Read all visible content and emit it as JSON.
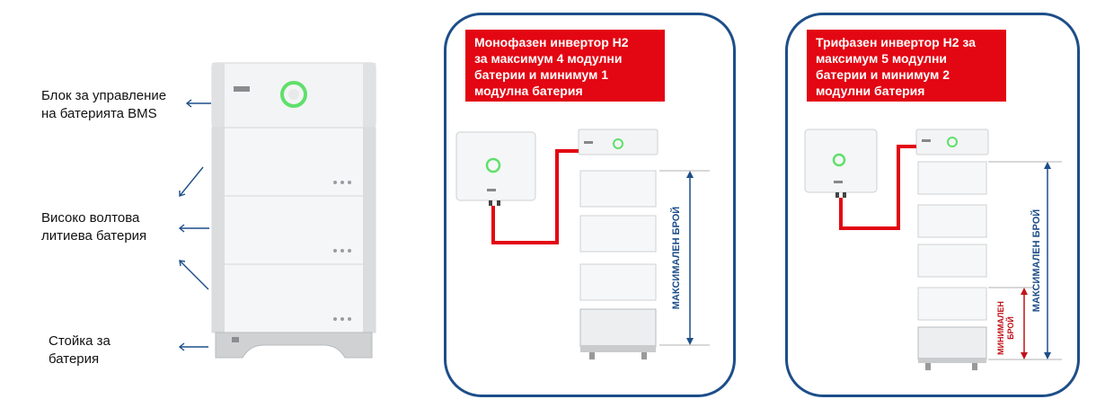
{
  "left_labels": {
    "bms": "Блок за управление\nна батерията BMS",
    "battery": "Високо волтова\nлитиева батерия",
    "rack": "Стойка за\nбатерия"
  },
  "panel_single": {
    "banner": "Монофазен инвертор H2\nза максимум 4 модулни\nбатерии и минимум 1\nмодулна батерия",
    "max_label": "МАКСИМАЛЕН БРОЙ"
  },
  "panel_three": {
    "banner": "Трифазен инвертор H2 за\nмаксимум 5 модулни\nбатерии и минимум 2\nмодулни батерия",
    "max_label": "МАКСИМАЛЕН БРОЙ",
    "min_label": "МИНИМАЛЕН\nБРОЙ"
  },
  "colors": {
    "panel_border": "#1d4e89",
    "banner_bg": "#e30613",
    "cable": "#e30613",
    "arrow_blue": "#1d4e89",
    "arrow_red": "#c0121a",
    "led": "#5fe06a"
  }
}
